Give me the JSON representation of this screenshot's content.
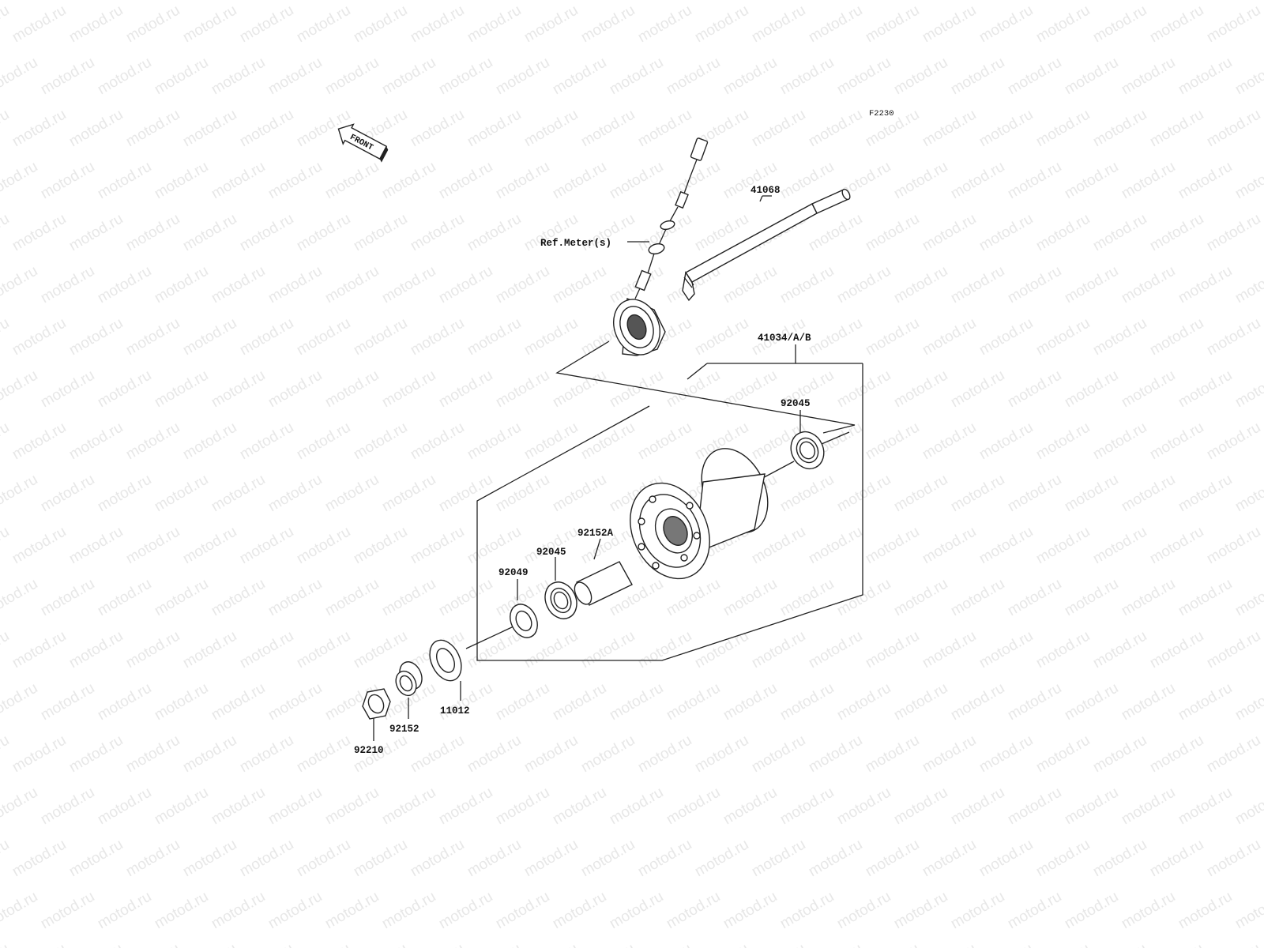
{
  "watermark": {
    "text": "motod.ru",
    "color": "#e7e7e7"
  },
  "diagram": {
    "code": "F2230",
    "front_label": "FRONT",
    "parts": [
      {
        "id": "p41068",
        "label": "41068"
      },
      {
        "id": "pref",
        "label": "Ref.Meter(s)"
      },
      {
        "id": "p41034",
        "label": "41034/A/B"
      },
      {
        "id": "p92045a",
        "label": "92045"
      },
      {
        "id": "p92152a",
        "label": "92152A"
      },
      {
        "id": "p92045b",
        "label": "92045"
      },
      {
        "id": "p92049",
        "label": "92049"
      },
      {
        "id": "p11012",
        "label": "11012"
      },
      {
        "id": "p92152",
        "label": "92152"
      },
      {
        "id": "p92210",
        "label": "92210"
      }
    ],
    "icons": [
      "front-arrow-icon",
      "meter-cable-icon",
      "axle-icon",
      "gear-housing-icon",
      "bearing-icon",
      "collar-icon",
      "hub-icon",
      "oil-seal-icon",
      "shim-icon",
      "axle-nut-icon"
    ]
  }
}
